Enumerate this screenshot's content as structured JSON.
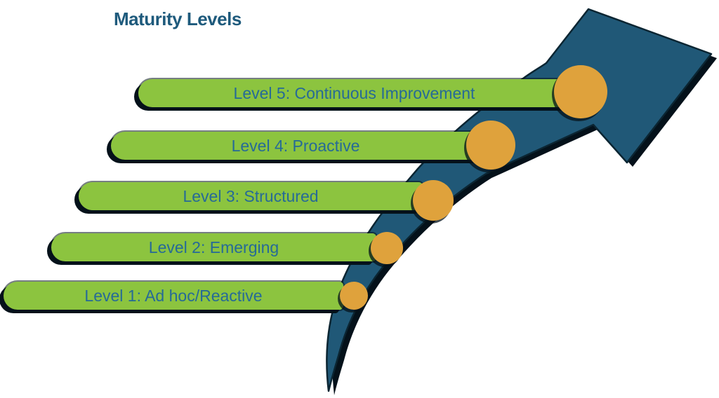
{
  "title": "Maturity Levels",
  "levels": [
    {
      "id": 5,
      "label": "Level 5: Continuous Improvement"
    },
    {
      "id": 4,
      "label": "Level 4: Proactive"
    },
    {
      "id": 3,
      "label": "Level 3: Structured"
    },
    {
      "id": 2,
      "label": "Level 2: Emerging"
    },
    {
      "id": 1,
      "label": "Level 1: Ad hoc/Reactive"
    }
  ],
  "colors": {
    "bar_green": "#8CC43F",
    "arrow_teal": "#205877",
    "milestone_orange": "#DFA23C",
    "title_text": "#1E5A7C",
    "bar_text": "#266A97",
    "shadow": "#04111A",
    "background": "#FFFFFF"
  }
}
